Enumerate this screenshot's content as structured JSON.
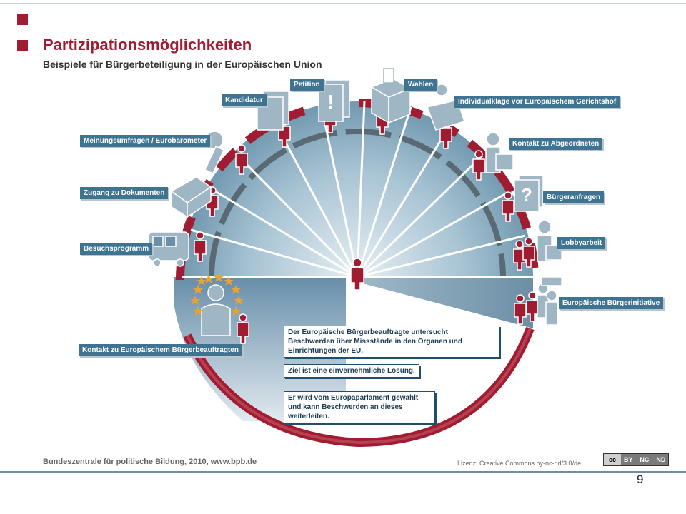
{
  "header": {
    "title": "Partizipationsmöglichkeiten",
    "subtitle": "Beispiele für Bürgerbeteiligung in der Europäischen Union"
  },
  "labels": {
    "kandidatur": "Kandidatur",
    "petition": "Petition",
    "wahlen": "Wahlen",
    "individualklage": "Individualklage vor Europäischem Gerichtshof",
    "meinungsumfragen": "Meinungsumfragen / Eurobarometer",
    "kontakt_abgeordneten": "Kontakt zu Abgeordneten",
    "zugang_dokumenten": "Zugang zu Dokumenten",
    "buergeranfragen": "Bürgeranfragen",
    "besuchsprogramm": "Besuchsprogramm",
    "lobbyarbeit": "Lobbyarbeit",
    "buergerinitiative": "Europäische Bürgerinitiative",
    "buergerbeauftragter": "Kontakt zu Europäischem Bürgerbeauftragten"
  },
  "notes": {
    "note1": "Der Europäische Bürgerbeauftragte untersucht Beschwerden über Missstände in den Organen und Einrichtungen der EU.",
    "note2": "Ziel ist eine einvernehmliche Lösung.",
    "note3": "Er wird vom Europaparlament gewählt und kann Beschwerden an dieses weiterleiten."
  },
  "footer": {
    "source": "Bundeszentrale für politische Bildung, 2010, www.bpb.de",
    "license": "Lizenz: Creative Commons by-nc-nd/3.0/de",
    "cc_badge": "BY – NC – ND",
    "cc_icon": "cc",
    "page_number": "9"
  },
  "colors": {
    "accent_red": "#a01c31",
    "label_blue": "#3f7392",
    "dark_blue": "#234e6b"
  }
}
